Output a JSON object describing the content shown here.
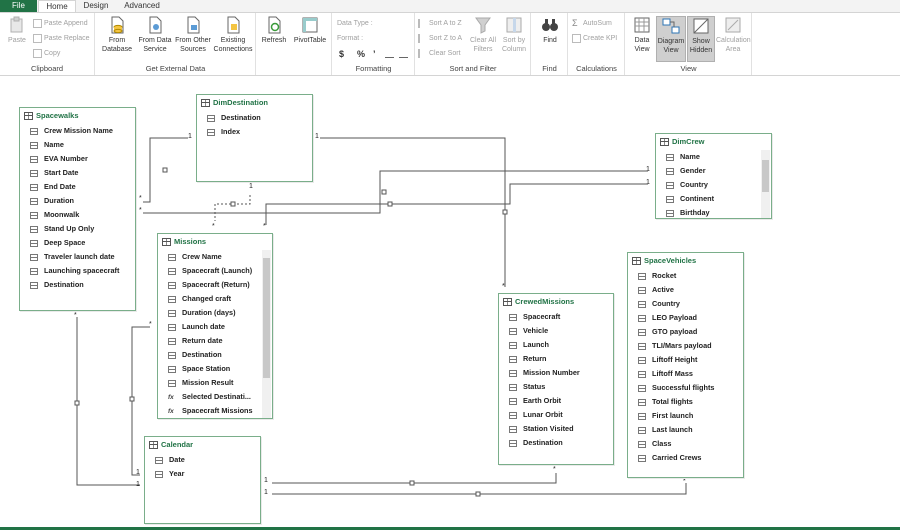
{
  "tabs": {
    "file": "File",
    "home": "Home",
    "design": "Design",
    "advanced": "Advanced"
  },
  "ribbon": {
    "clipboard": {
      "label": "Clipboard",
      "paste": "Paste",
      "paste_append": "Paste Append",
      "paste_replace": "Paste Replace",
      "copy": "Copy"
    },
    "external": {
      "label": "Get External Data",
      "from_database": "From Database",
      "from_data_service": "From Data Service",
      "from_other_sources": "From Other Sources",
      "existing_connections": "Existing Connections"
    },
    "refresh": {
      "refresh": "Refresh",
      "pivottable": "PivotTable"
    },
    "formatting": {
      "label": "Formatting",
      "data_type": "Data Type :",
      "format": "Format :",
      "dollar": "$",
      "percent": "%",
      "comma": "’"
    },
    "sortfilter": {
      "label": "Sort and Filter",
      "sort_az": "Sort A to Z",
      "sort_za": "Sort Z to A",
      "clear_sort": "Clear Sort",
      "clear_all_filters": "Clear All Filters",
      "sort_by_column": "Sort by Column"
    },
    "find": {
      "label": "Find",
      "find": "Find"
    },
    "calculations": {
      "label": "Calculations",
      "autosum": "AutoSum",
      "create_kpi": "Create KPI"
    },
    "view": {
      "label": "View",
      "data_view": "Data View",
      "diagram_view": "Diagram View",
      "show_hidden": "Show Hidden",
      "calculation_area": "Calculation Area"
    }
  },
  "tables": {
    "spacewalks": {
      "title": "Spacewalks",
      "fields": [
        "Crew Mission Name",
        "Name",
        "EVA Number",
        "Start Date",
        "End Date",
        "Duration",
        "Moonwalk",
        "Stand Up Only",
        "Deep Space",
        "Traveler launch date",
        "Launching spacecraft",
        "Destination"
      ]
    },
    "dimdestination": {
      "title": "DimDestination",
      "fields": [
        "Destination",
        "Index"
      ]
    },
    "dimcrew": {
      "title": "DimCrew",
      "fields": [
        "Name",
        "Gender",
        "Country",
        "Continent",
        "Birthday"
      ]
    },
    "missions": {
      "title": "Missions",
      "fields": [
        "Crew Name",
        "Spacecraft (Launch)",
        "Spacecraft (Return)",
        "Changed craft",
        "Duration (days)",
        "Launch date",
        "Return date",
        "Destination",
        "Space Station",
        "Mission Result",
        "Selected Destinati...",
        "Spacecraft Missions"
      ]
    },
    "crewedmissions": {
      "title": "CrewedMissions",
      "fields": [
        "Spacecraft",
        "Vehicle",
        "Launch",
        "Return",
        "Mission Number",
        "Status",
        "Earth Orbit",
        "Lunar Orbit",
        "Station Visited",
        "Destination"
      ]
    },
    "spacevehicles": {
      "title": "SpaceVehicles",
      "fields": [
        "Rocket",
        "Active",
        "Country",
        "LEO Payload",
        "GTO payload",
        "TLI/Mars payload",
        "Liftoff Height",
        "Liftoff Mass",
        "Successful flights",
        "Total flights",
        "First launch",
        "Last launch",
        "Class",
        "Carried Crews"
      ]
    },
    "calendar": {
      "title": "Calendar",
      "fields": [
        "Date",
        "Year"
      ]
    }
  },
  "cardinality": {
    "one": "1",
    "many": "*"
  }
}
